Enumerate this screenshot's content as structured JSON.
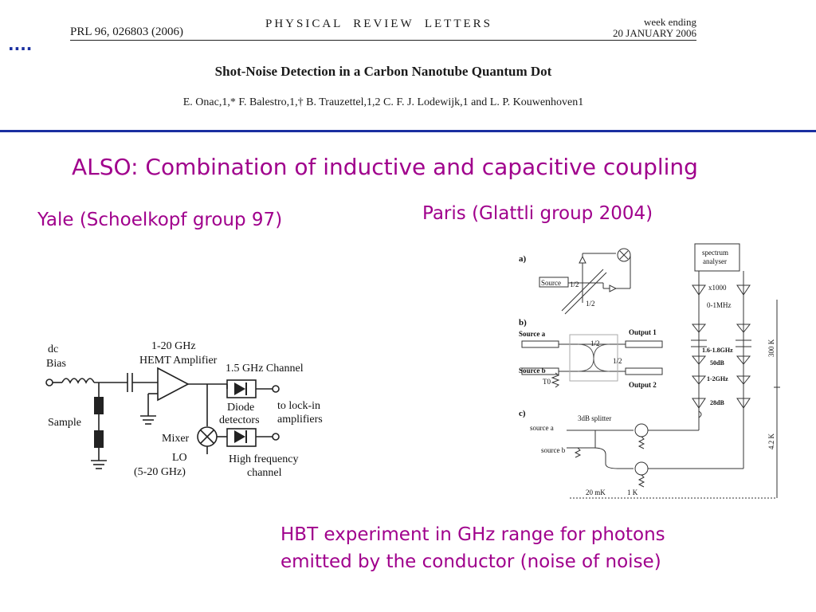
{
  "ellipsis": "....",
  "journal": {
    "citation": "PRL 96, 026803 (2006)",
    "name": "PHYSICAL  REVIEW  LETTERS",
    "week_ending_label": "week ending",
    "week_ending_date": "20 JANUARY 2006"
  },
  "paper": {
    "title": "Shot-Noise Detection in a Carbon Nanotube Quantum Dot",
    "authors": "E. Onac,1,* F. Balestro,1,† B. Trauzettel,1,2 C. F. J. Lodewijk,1 and L. P. Kouwenhoven1"
  },
  "slide": {
    "heading": "ALSO: Combination of inductive and capacitive coupling",
    "yale_label": "Yale (Schoelkopf group 97)",
    "paris_label": "Paris (Glattli group 2004)",
    "hbt_line1": "HBT experiment in GHz range for photons",
    "hbt_line2": "emitted by the conductor (noise of noise)"
  },
  "yale_circuit": {
    "dc": "dc",
    "bias": "Bias",
    "amp_freq": "1-20 GHz",
    "amp_name": "HEMT Amplifier",
    "channel": "1.5 GHz Channel",
    "sample": "Sample",
    "diode1": "Diode",
    "diode2": "detectors",
    "lockin1": "to lock-in",
    "lockin2": "amplifiers",
    "mixer": "Mixer",
    "lo": "LO",
    "lo_range": "(5-20 GHz)",
    "hf1": "High frequency",
    "hf2": "channel"
  },
  "paris_circuit": {
    "a": "a)",
    "b": "b)",
    "c": "c)",
    "source": "Source",
    "half": "1/2",
    "spectrum1": "spectrum",
    "spectrum2": "analyser",
    "x1000": "x1000",
    "bw": "0-1MHz",
    "band1": "1.6-1.8GHz",
    "gain1": "50dB",
    "band2": "1-2GHz",
    "gain2": "28dB",
    "temp_300": "300 K",
    "temp_42": "4.2 K",
    "source_a": "Source a",
    "source_b": "Source b",
    "t0": "T0",
    "output1": "Output 1",
    "output2": "Output 2",
    "splitter": "3dB splitter",
    "src_a_lc": "source a",
    "src_b_lc": "source b",
    "mk": "20 mK",
    "k1": "1 K"
  },
  "colors": {
    "accent_purple": "#a0008c",
    "rule_blue": "#1a2fa0"
  }
}
